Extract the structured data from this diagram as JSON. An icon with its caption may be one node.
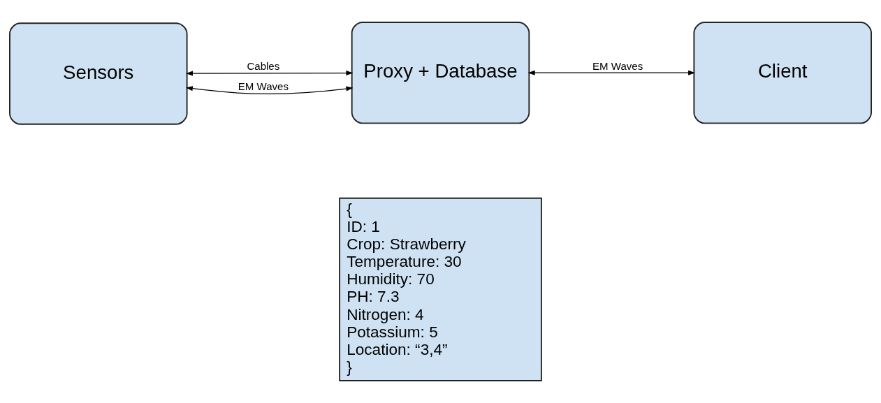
{
  "diagram": {
    "nodes": [
      {
        "text": [
          "Sensors"
        ]
      },
      {
        "text": [
          "Proxy + Database"
        ]
      },
      {
        "text": [
          "Client"
        ]
      },
      {
        "text": [
          "{",
          "ID: 1",
          "Crop: Strawberry",
          "Temperature: 30",
          "Humidity: 70",
          "PH: 7.3",
          "Nitrogen: 4",
          "Potassium: 5",
          "Location: “3,4”",
          "}"
        ]
      }
    ],
    "edges": [
      {
        "from": 0,
        "to": 1,
        "arrow": "both",
        "label": "Cables"
      },
      {
        "from": 0,
        "to": 1,
        "arrow": "both",
        "label": "EM Waves"
      },
      {
        "from": 1,
        "to": 2,
        "arrow": "both",
        "label": "EM Waves"
      }
    ]
  }
}
